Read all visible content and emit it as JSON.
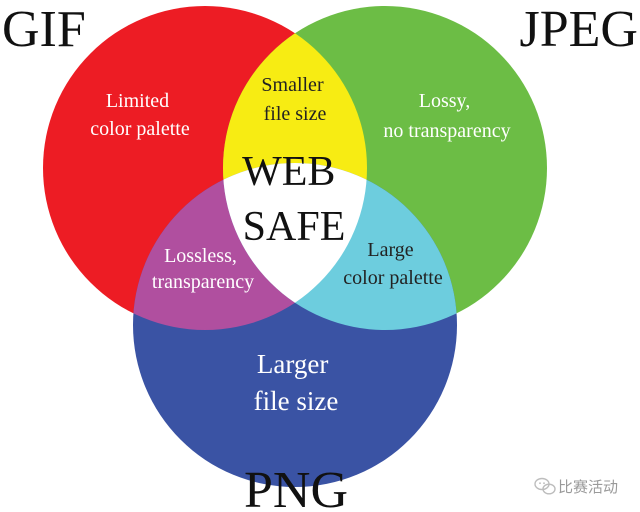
{
  "sets": {
    "gif": {
      "name": "GIF",
      "description": [
        "Limited",
        "color palette"
      ],
      "color": "#ed1c24"
    },
    "jpeg": {
      "name": "JPEG",
      "description": [
        "Lossy,",
        "no transparency"
      ],
      "color": "#6cbd45"
    },
    "png": {
      "name": "PNG",
      "description": [
        "Larger",
        "file size"
      ],
      "color": "#3a53a4"
    }
  },
  "overlaps": {
    "gif_jpeg": {
      "lines": [
        "Smaller",
        "file size"
      ],
      "color": "#f7ec13"
    },
    "gif_png": {
      "lines": [
        "Lossless,",
        "transparency"
      ],
      "color": "#b04f9f"
    },
    "jpeg_png": {
      "lines": [
        "Large",
        "color palette"
      ],
      "color": "#6dcdde"
    },
    "center": {
      "lines": [
        "WEB",
        "SAFE"
      ],
      "color": "#ffffff"
    }
  },
  "watermark": {
    "icon": "wechat-icon",
    "text": "比赛活动"
  }
}
